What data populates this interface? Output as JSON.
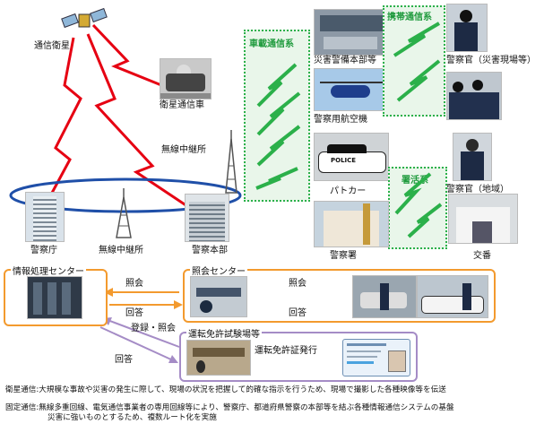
{
  "labels": {
    "satellite": "通信衛星",
    "satellite_vehicle": "衛星通信車",
    "relay_upper": "無線中継所",
    "relay_lower": "無線中継所",
    "npa": "警察庁",
    "police_hq": "警察本部",
    "disaster_hq": "災害警備本部等",
    "aircraft": "警察用航空機",
    "patrol_car": "パトカー",
    "police_station": "警察署",
    "koban": "交番",
    "officer_disaster": "警察官（災害現場等）",
    "officer_local": "警察官（地域）"
  },
  "systems": {
    "vehicle": "車載通信系",
    "portable": "携帯通信系",
    "station": "署活系"
  },
  "boxes": {
    "info_center": "情報処理センター",
    "inquiry_center": "照会センター",
    "license_center": "運転免許試験場等"
  },
  "arrows": {
    "inquiry_1": "照会",
    "answer_1": "回答",
    "inquiry_2": "照会",
    "answer_2": "回答",
    "register": "登録・照会",
    "answer_3": "回答",
    "license_issue": "運転免許証発行"
  },
  "police_sign": "POLICE",
  "notes": {
    "line1": "衛星通信:大規模な事故や災害の発生に際して、現場の状況を把握して的確な指示を行うため、現場で撮影した各種映像等を伝送",
    "line2": "固定通信:無線多重回線、電気通信事業者の専用回線等により、警察庁、都道府県警察の本部等を結ぶ各種情報通信システムの基盤",
    "line3": "災害に強いものとするため、複数ルート化を実施"
  },
  "colors": {
    "accent_red": "#e60012",
    "ring_blue": "#1f4fa8",
    "lightning_green": "#2bb04a",
    "box_orange": "#f39a2e",
    "box_purple": "#a58cc6"
  }
}
